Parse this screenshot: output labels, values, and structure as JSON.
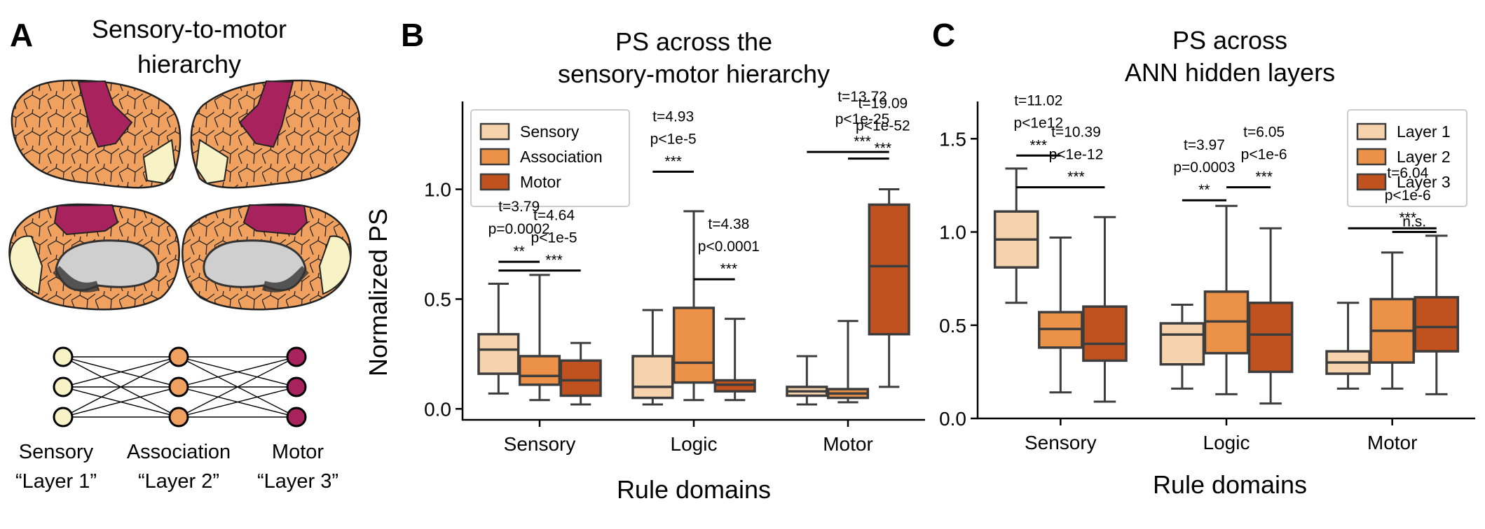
{
  "panels": {
    "a": {
      "letter": "A",
      "title_line1": "Sensory-to-motor",
      "title_line2": "hierarchy",
      "labels": [
        {
          "name": "Sensory",
          "sub": "“Layer 1”"
        },
        {
          "name": "Association",
          "sub": "“Layer 2”"
        },
        {
          "name": "Motor",
          "sub": "“Layer 3”"
        }
      ],
      "colors": {
        "sensory": "#f7f3c6",
        "association": "#f0a160",
        "motor": "#a8235e",
        "medial_wall": "#cfcfcf",
        "outline": "#222222"
      }
    },
    "b": {
      "letter": "B"
    },
    "c": {
      "letter": "C"
    }
  },
  "chart_data": [
    {
      "id": "b",
      "type": "box",
      "title": [
        "PS across the",
        "sensory-motor hierarchy"
      ],
      "xlabel": "Rule domains",
      "ylabel": "Normalized PS",
      "categories": [
        "Sensory",
        "Logic",
        "Motor"
      ],
      "ylim": [
        -0.05,
        1.4
      ],
      "yticks": [
        0.0,
        0.5,
        1.0
      ],
      "ytick_labels": [
        "0.0",
        "0.5",
        "1.0"
      ],
      "legend": {
        "position": "top-left",
        "entries": [
          "Sensory",
          "Association",
          "Motor"
        ]
      },
      "series": [
        {
          "name": "Sensory",
          "color": "#f7d3ad",
          "boxes": [
            {
              "whislo": 0.07,
              "q1": 0.16,
              "median": 0.27,
              "q3": 0.34,
              "whishi": 0.57
            },
            {
              "whislo": 0.02,
              "q1": 0.05,
              "median": 0.1,
              "q3": 0.24,
              "whishi": 0.45
            },
            {
              "whislo": 0.02,
              "q1": 0.06,
              "median": 0.08,
              "q3": 0.1,
              "whishi": 0.24
            }
          ]
        },
        {
          "name": "Association",
          "color": "#eb9148",
          "boxes": [
            {
              "whislo": 0.04,
              "q1": 0.11,
              "median": 0.15,
              "q3": 0.24,
              "whishi": 0.61
            },
            {
              "whislo": 0.04,
              "q1": 0.12,
              "median": 0.21,
              "q3": 0.46,
              "whishi": 0.9
            },
            {
              "whislo": 0.03,
              "q1": 0.05,
              "median": 0.07,
              "q3": 0.09,
              "whishi": 0.4
            }
          ]
        },
        {
          "name": "Motor",
          "color": "#c0521f",
          "boxes": [
            {
              "whislo": 0.02,
              "q1": 0.06,
              "median": 0.13,
              "q3": 0.22,
              "whishi": 0.3
            },
            {
              "whislo": 0.04,
              "q1": 0.08,
              "median": 0.11,
              "q3": 0.13,
              "whishi": 0.41
            },
            {
              "whislo": 0.1,
              "q1": 0.34,
              "median": 0.65,
              "q3": 0.93,
              "whishi": 1.0
            }
          ]
        }
      ],
      "annotations": [
        {
          "lines": [
            "t=3.79",
            "p=0.0002",
            "**"
          ],
          "cat": 0,
          "from": 0,
          "to": 1,
          "y": 0.67
        },
        {
          "lines": [
            "t=4.64",
            "p<1e-5",
            "***"
          ],
          "cat": 0,
          "from": 0,
          "to": 2,
          "y": 0.63
        },
        {
          "lines": [
            "t=4.93",
            "p<1e-5",
            "***"
          ],
          "cat": 1,
          "from": 0,
          "to": 1,
          "y": 1.08
        },
        {
          "lines": [
            "t=4.38",
            "p<0.0001",
            "***"
          ],
          "cat": 1,
          "from": 1,
          "to": 2,
          "y": 0.59
        },
        {
          "lines": [
            "t=13.72",
            "p<1e-25",
            "***"
          ],
          "cat": 2,
          "from": 0,
          "to": 2,
          "y": 1.17
        },
        {
          "lines": [
            "t=19.09",
            "p<1e-52",
            "***"
          ],
          "cat": 2,
          "from": 1,
          "to": 2,
          "y": 1.14
        }
      ]
    },
    {
      "id": "c",
      "type": "box",
      "title": [
        "PS across",
        "ANN hidden layers"
      ],
      "xlabel": "Rule domains",
      "ylabel": "",
      "categories": [
        "Sensory",
        "Logic",
        "Motor"
      ],
      "ylim": [
        0.0,
        1.7
      ],
      "yticks": [
        0.0,
        0.5,
        1.0,
        1.5
      ],
      "ytick_labels": [
        "0.0",
        "0.5",
        "1.0",
        "1.5"
      ],
      "legend": {
        "position": "top-right",
        "entries": [
          "Layer 1",
          "Layer 2",
          "Layer 3"
        ]
      },
      "series": [
        {
          "name": "Layer 1",
          "color": "#f7d3ad",
          "boxes": [
            {
              "whislo": 0.62,
              "q1": 0.81,
              "median": 0.96,
              "q3": 1.11,
              "whishi": 1.34
            },
            {
              "whislo": 0.16,
              "q1": 0.29,
              "median": 0.45,
              "q3": 0.51,
              "whishi": 0.61
            },
            {
              "whislo": 0.16,
              "q1": 0.24,
              "median": 0.3,
              "q3": 0.36,
              "whishi": 0.62
            }
          ]
        },
        {
          "name": "Layer 2",
          "color": "#eb9148",
          "boxes": [
            {
              "whislo": 0.14,
              "q1": 0.38,
              "median": 0.48,
              "q3": 0.57,
              "whishi": 0.97
            },
            {
              "whislo": 0.13,
              "q1": 0.35,
              "median": 0.52,
              "q3": 0.68,
              "whishi": 1.14
            },
            {
              "whislo": 0.16,
              "q1": 0.3,
              "median": 0.47,
              "q3": 0.64,
              "whishi": 0.89
            }
          ]
        },
        {
          "name": "Layer 3",
          "color": "#c0521f",
          "boxes": [
            {
              "whislo": 0.09,
              "q1": 0.31,
              "median": 0.4,
              "q3": 0.6,
              "whishi": 1.08
            },
            {
              "whislo": 0.08,
              "q1": 0.25,
              "median": 0.45,
              "q3": 0.62,
              "whishi": 1.02
            },
            {
              "whislo": 0.13,
              "q1": 0.36,
              "median": 0.49,
              "q3": 0.65,
              "whishi": 0.98
            }
          ]
        }
      ],
      "annotations": [
        {
          "lines": [
            "t=11.02",
            "p<1e12",
            "***"
          ],
          "cat": 0,
          "from": 0,
          "to": 1,
          "y": 1.41
        },
        {
          "lines": [
            "t=10.39",
            "p<1e-12",
            "***"
          ],
          "cat": 0,
          "from": 0,
          "to": 2,
          "y": 1.24
        },
        {
          "lines": [
            "t=3.97",
            "p=0.0003",
            "**"
          ],
          "cat": 1,
          "from": 0,
          "to": 1,
          "y": 1.17
        },
        {
          "lines": [
            "t=6.05",
            "p<1e-6",
            "***"
          ],
          "cat": 1,
          "from": 1,
          "to": 2,
          "y": 1.24
        },
        {
          "lines": [
            "t=6.04",
            "p<1e-6",
            "***"
          ],
          "cat": 2,
          "from": 0,
          "to": 2,
          "y": 1.02
        },
        {
          "lines": [
            "n.s."
          ],
          "cat": 2,
          "from": 1,
          "to": 2,
          "y": 1.0
        }
      ]
    }
  ]
}
